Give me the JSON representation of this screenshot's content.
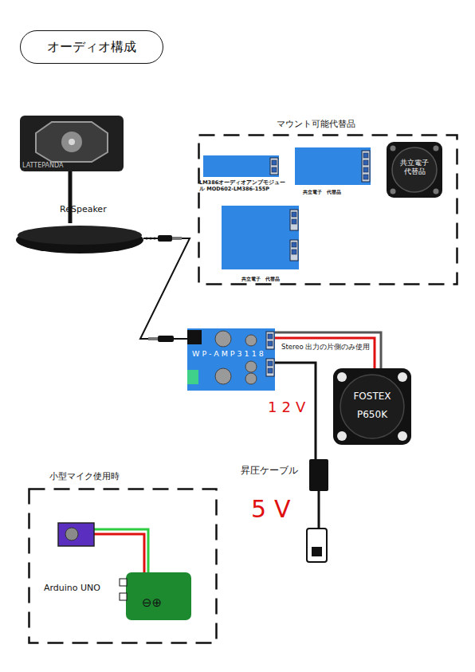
{
  "diagram": {
    "title": "オーディオ構成",
    "nodes": [
      {
        "text": [
          "LATTEPANDA"
        ]
      },
      {
        "text": [
          "ReSpeaker"
        ]
      },
      {
        "text": [
          "マウント可能代替品"
        ]
      },
      {
        "text": [
          "LM386オーディオアンプモジュール MOD602-LM386-155P"
        ],
        "in": 2
      },
      {
        "text": [
          "共立電子　代替品"
        ],
        "in": 2
      },
      {
        "text": [
          "共立電子 代替品"
        ],
        "in": 2
      },
      {
        "text": [
          "共立電子　代替品"
        ],
        "in": 2
      },
      {
        "text": [
          "WP-AMP3118"
        ]
      },
      {
        "text": [
          "FOSTEX P650K"
        ]
      },
      {
        "text": [
          "小型マイク使用時"
        ]
      },
      {
        "text": [
          "Arduino UNO",
          "⊖⊕"
        ],
        "in": 9
      }
    ],
    "edges": [
      {
        "from": 0,
        "to": 1,
        "arrow": "none"
      },
      {
        "from": 1,
        "to": 7,
        "arrow": "none"
      },
      {
        "from": 7,
        "to": 8,
        "label": "Stereo 出力の片側のみ使用",
        "arrow": "none"
      }
    ],
    "labels": [
      "12V",
      "昇圧ケーブル",
      "5V"
    ]
  }
}
